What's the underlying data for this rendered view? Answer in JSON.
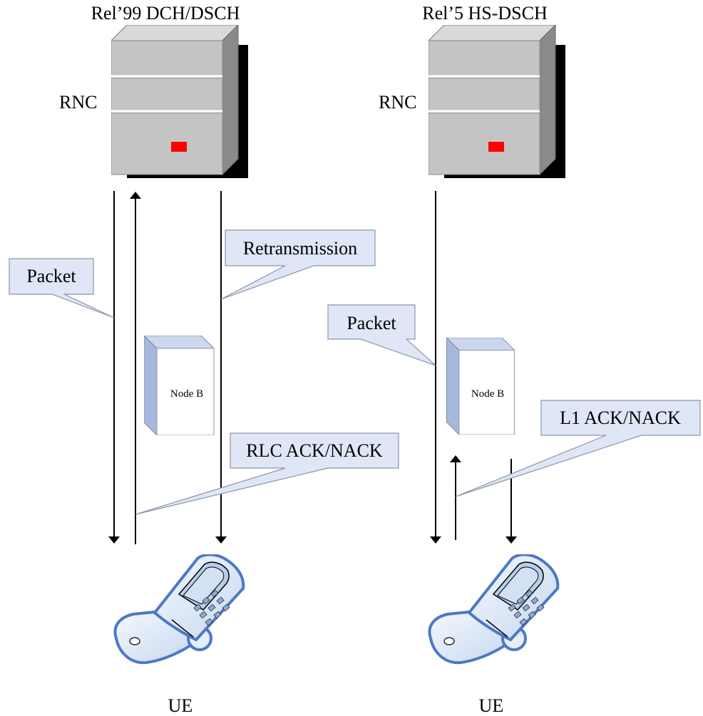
{
  "left": {
    "title": "Rel’99 DCH/DSCH",
    "rnc_label": "RNC",
    "node_label": "Node B",
    "ue_label": "UE",
    "callout_packet": "Packet",
    "callout_retransmission": "Retransmission",
    "callout_ack": "RLC ACK/NACK"
  },
  "right": {
    "title": "Rel’5 HS-DSCH",
    "rnc_label": "RNC",
    "node_label": "Node B",
    "ue_label": "UE",
    "callout_packet": "Packet",
    "callout_ack": "L1 ACK/NACK"
  },
  "colors": {
    "callout_fill": "#dfe6f5",
    "callout_stroke": "#8c96a8",
    "server_front": "#c4c4c4",
    "server_side": "#8a8a8a",
    "server_top": "#d8d8d8",
    "led": "#ff0000",
    "node_front": "#ffffff",
    "node_side": "#a6b8dc",
    "phone_outline": "#5a84c8",
    "phone_fill": "#dbe7f7"
  },
  "icons": [
    "rnc-server-icon",
    "node-b-icon",
    "ue-phone-icon",
    "arrow-down-icon",
    "arrow-up-icon"
  ]
}
